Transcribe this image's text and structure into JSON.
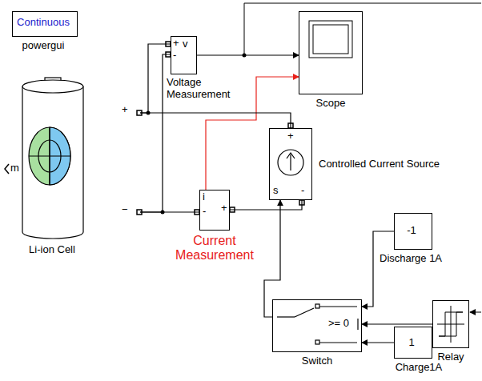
{
  "diagram": {
    "nodes": [
      {
        "text": [
          "Continuous",
          "powergui"
        ]
      },
      {
        "text": [
          "Li-ion Cell"
        ]
      },
      {
        "text": [
          "v",
          "Voltage Measurement"
        ]
      },
      {
        "text": [
          "Scope"
        ]
      },
      {
        "text": [
          "Controlled Current Source"
        ]
      },
      {
        "text": [
          "i",
          "Current Measurement"
        ]
      },
      {
        "text": [
          "-1",
          "Discharge 1A"
        ]
      },
      {
        "text": [
          ">= 0",
          "Switch"
        ]
      },
      {
        "text": [
          "Relay"
        ]
      },
      {
        "text": [
          "1",
          "Charge1A"
        ]
      }
    ],
    "edges": [
      {
        "from": 2,
        "to": 3,
        "arrow": "to"
      },
      {
        "from": 5,
        "to": 3,
        "arrow": "to"
      },
      {
        "from": 1,
        "to": 2,
        "arrow": "none"
      },
      {
        "from": 1,
        "to": 2,
        "arrow": "none"
      },
      {
        "from": 1,
        "to": 4,
        "arrow": "none"
      },
      {
        "from": 1,
        "to": 5,
        "arrow": "none"
      },
      {
        "from": 5,
        "to": 4,
        "arrow": "none"
      },
      {
        "from": 7,
        "to": 4,
        "arrow": "to"
      },
      {
        "from": 6,
        "to": 7,
        "arrow": "to"
      },
      {
        "from": 9,
        "to": 7,
        "arrow": "to"
      },
      {
        "from": 8,
        "to": 7,
        "arrow": "to"
      }
    ],
    "labels": [
      "m",
      "+",
      "−",
      "+",
      "-",
      "+",
      "s",
      "-",
      "-",
      "+"
    ]
  }
}
